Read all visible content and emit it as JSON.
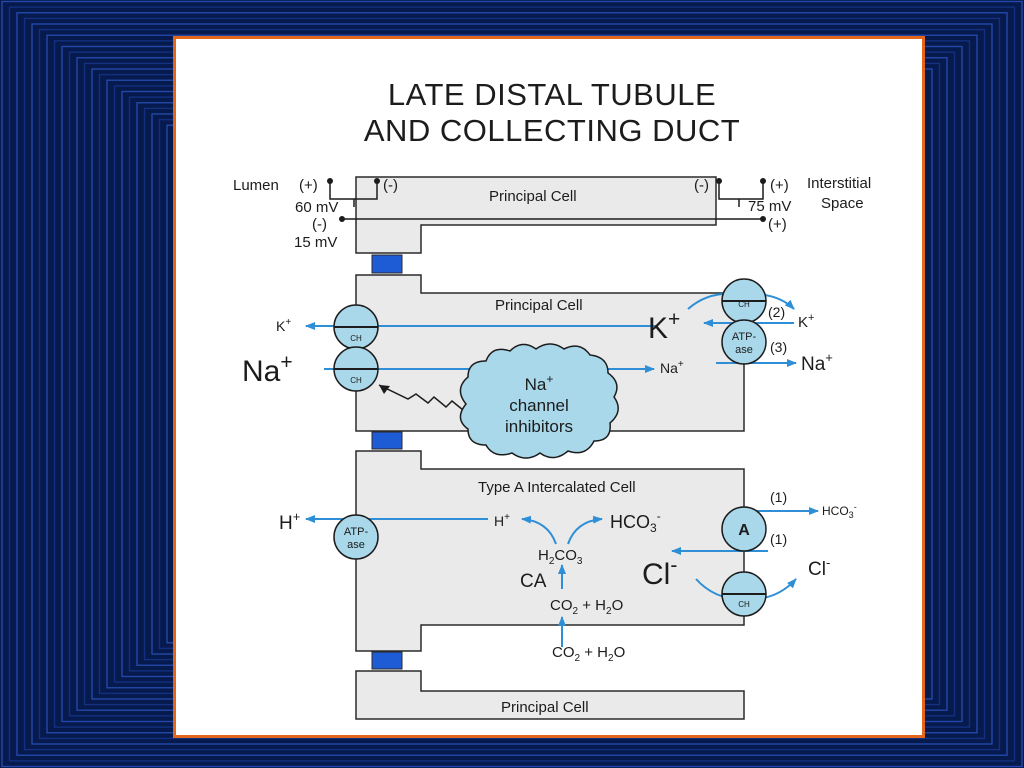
{
  "title": {
    "line1": "LATE DISTAL TUBULE",
    "line2": "AND COLLECTING DUCT"
  },
  "membrane": {
    "lumen_label": "Lumen",
    "interstitial_label_1": "Interstitial",
    "interstitial_label_2": "Space",
    "plus": "(+)",
    "minus": "(-)",
    "voltage_apical": "60 mV",
    "voltage_paracellular": "15 mV",
    "voltage_basolateral": "75 mV"
  },
  "cells": {
    "principal_cell": "Principal Cell",
    "intercalated_cell": "Type A Intercalated Cell"
  },
  "principal": {
    "k_lumen": "K",
    "k_cell": "K",
    "k_interstitial": "K",
    "na_lumen": "Na",
    "na_cell": "Na",
    "na_interstitial": "Na",
    "plus_sign": "+",
    "step_2": "(2)",
    "step_3": "(3)"
  },
  "channels": {
    "ch": "CH",
    "atpase_1": "ATP-",
    "atpase_2": "ase",
    "exchanger": "A"
  },
  "inhibitors": {
    "line1": "Na",
    "line2": "channel",
    "line3": "inhibitors",
    "plus_sign": "+"
  },
  "intercalated": {
    "h_lumen": "H",
    "h_cell": "H",
    "plus_sign": "+",
    "minus_sign": "-",
    "hco3_cell": "HCO",
    "hco3_out": "HCO",
    "three": "3",
    "h2co3_h": "H",
    "h2co3_rest": "CO",
    "two": "2",
    "ca": "CA",
    "co2_h2o": "CO",
    "plus_h": " + H",
    "o": "O",
    "cl_cell": "Cl",
    "cl_out": "Cl",
    "step_1a": "(1)",
    "step_1b": "(1)"
  },
  "colors": {
    "background": "#071a4e",
    "border": "#e2661c",
    "cell_fill": "#eaeaea",
    "channel_fill": "#a8d8ea",
    "arrow": "#2f8fd6",
    "junction": "#1e5cd6",
    "text": "#1c1c1c"
  }
}
